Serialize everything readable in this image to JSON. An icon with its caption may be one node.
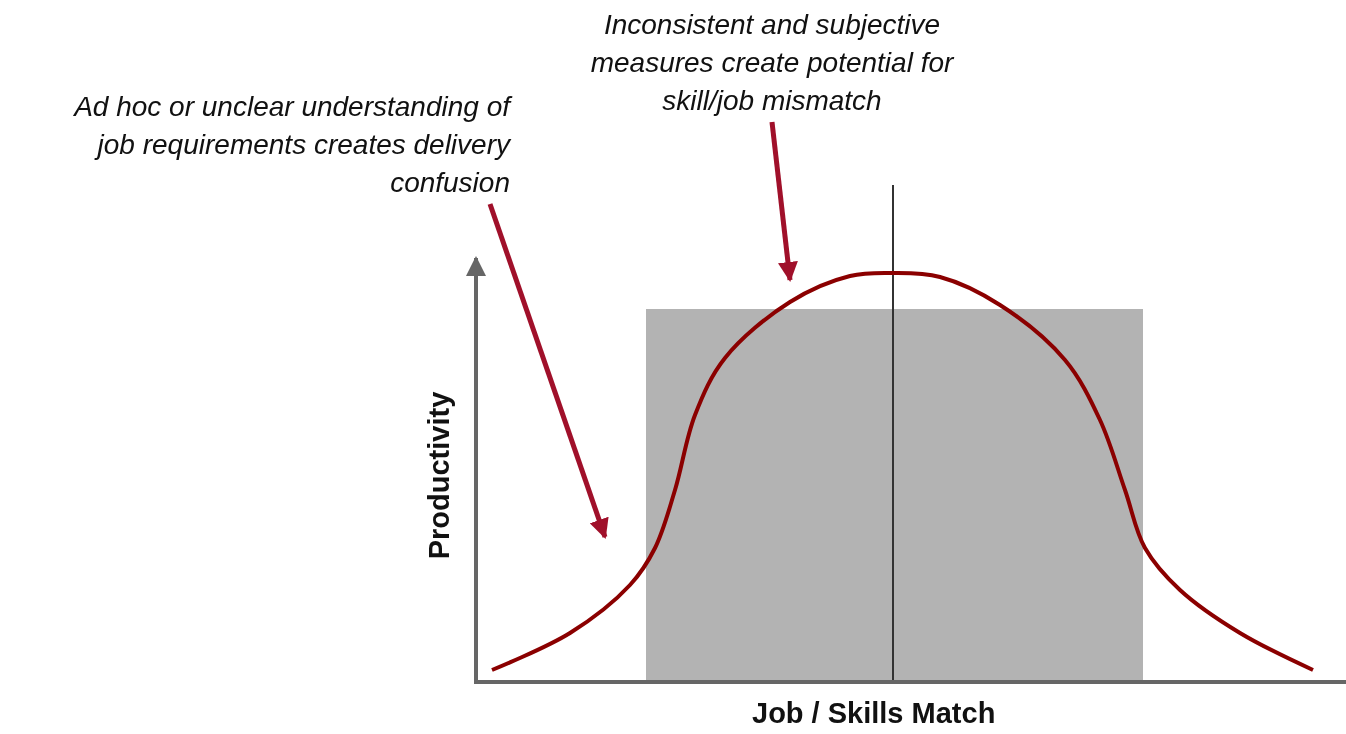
{
  "diagram": {
    "nodes": [
      {
        "text": [
          "Ad hoc or unclear understanding of job requirements creates delivery confusion"
        ]
      },
      {
        "text": [
          "Inconsistent and subjective measures create potential for skill/job mismatch"
        ]
      }
    ],
    "edges": [
      {
        "from": 0,
        "to": null,
        "arrow": "to"
      },
      {
        "from": 1,
        "to": null,
        "arrow": "to"
      }
    ],
    "labels": [
      "Productivity",
      "Job / Skills Match"
    ]
  }
}
